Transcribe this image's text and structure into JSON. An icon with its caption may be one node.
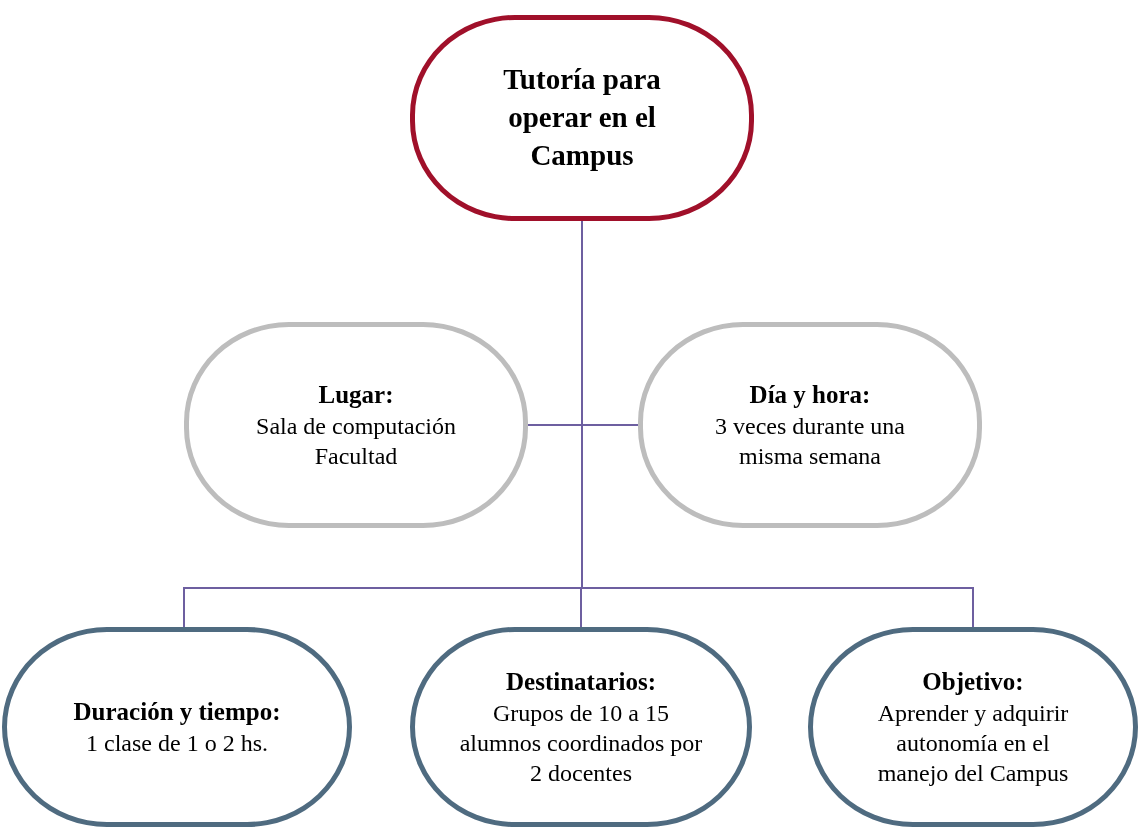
{
  "diagram": {
    "nodes": [
      {
        "text": [
          "Tutoría para operar en el Campus"
        ]
      },
      {
        "text": [
          "Lugar:",
          "Sala de computación Facultad"
        ]
      },
      {
        "text": [
          "Día y hora:",
          "3 veces durante una misma semana"
        ]
      },
      {
        "text": [
          "Duración y tiempo:",
          "1 clase de 1 o 2 hs."
        ]
      },
      {
        "text": [
          "Destinatarios:",
          "Grupos de 10 a 15 alumnos coordinados por 2 docentes"
        ]
      },
      {
        "text": [
          "Objetivo:",
          "Aprender y adquirir autonomía en el manejo del Campus"
        ]
      }
    ],
    "edges": [
      {
        "from": 0,
        "to": 1,
        "arrow": "none"
      },
      {
        "from": 0,
        "to": 2,
        "arrow": "none"
      },
      {
        "from": 0,
        "to": 3,
        "arrow": "none"
      },
      {
        "from": 0,
        "to": 4,
        "arrow": "none"
      },
      {
        "from": 0,
        "to": 5,
        "arrow": "none"
      }
    ]
  }
}
